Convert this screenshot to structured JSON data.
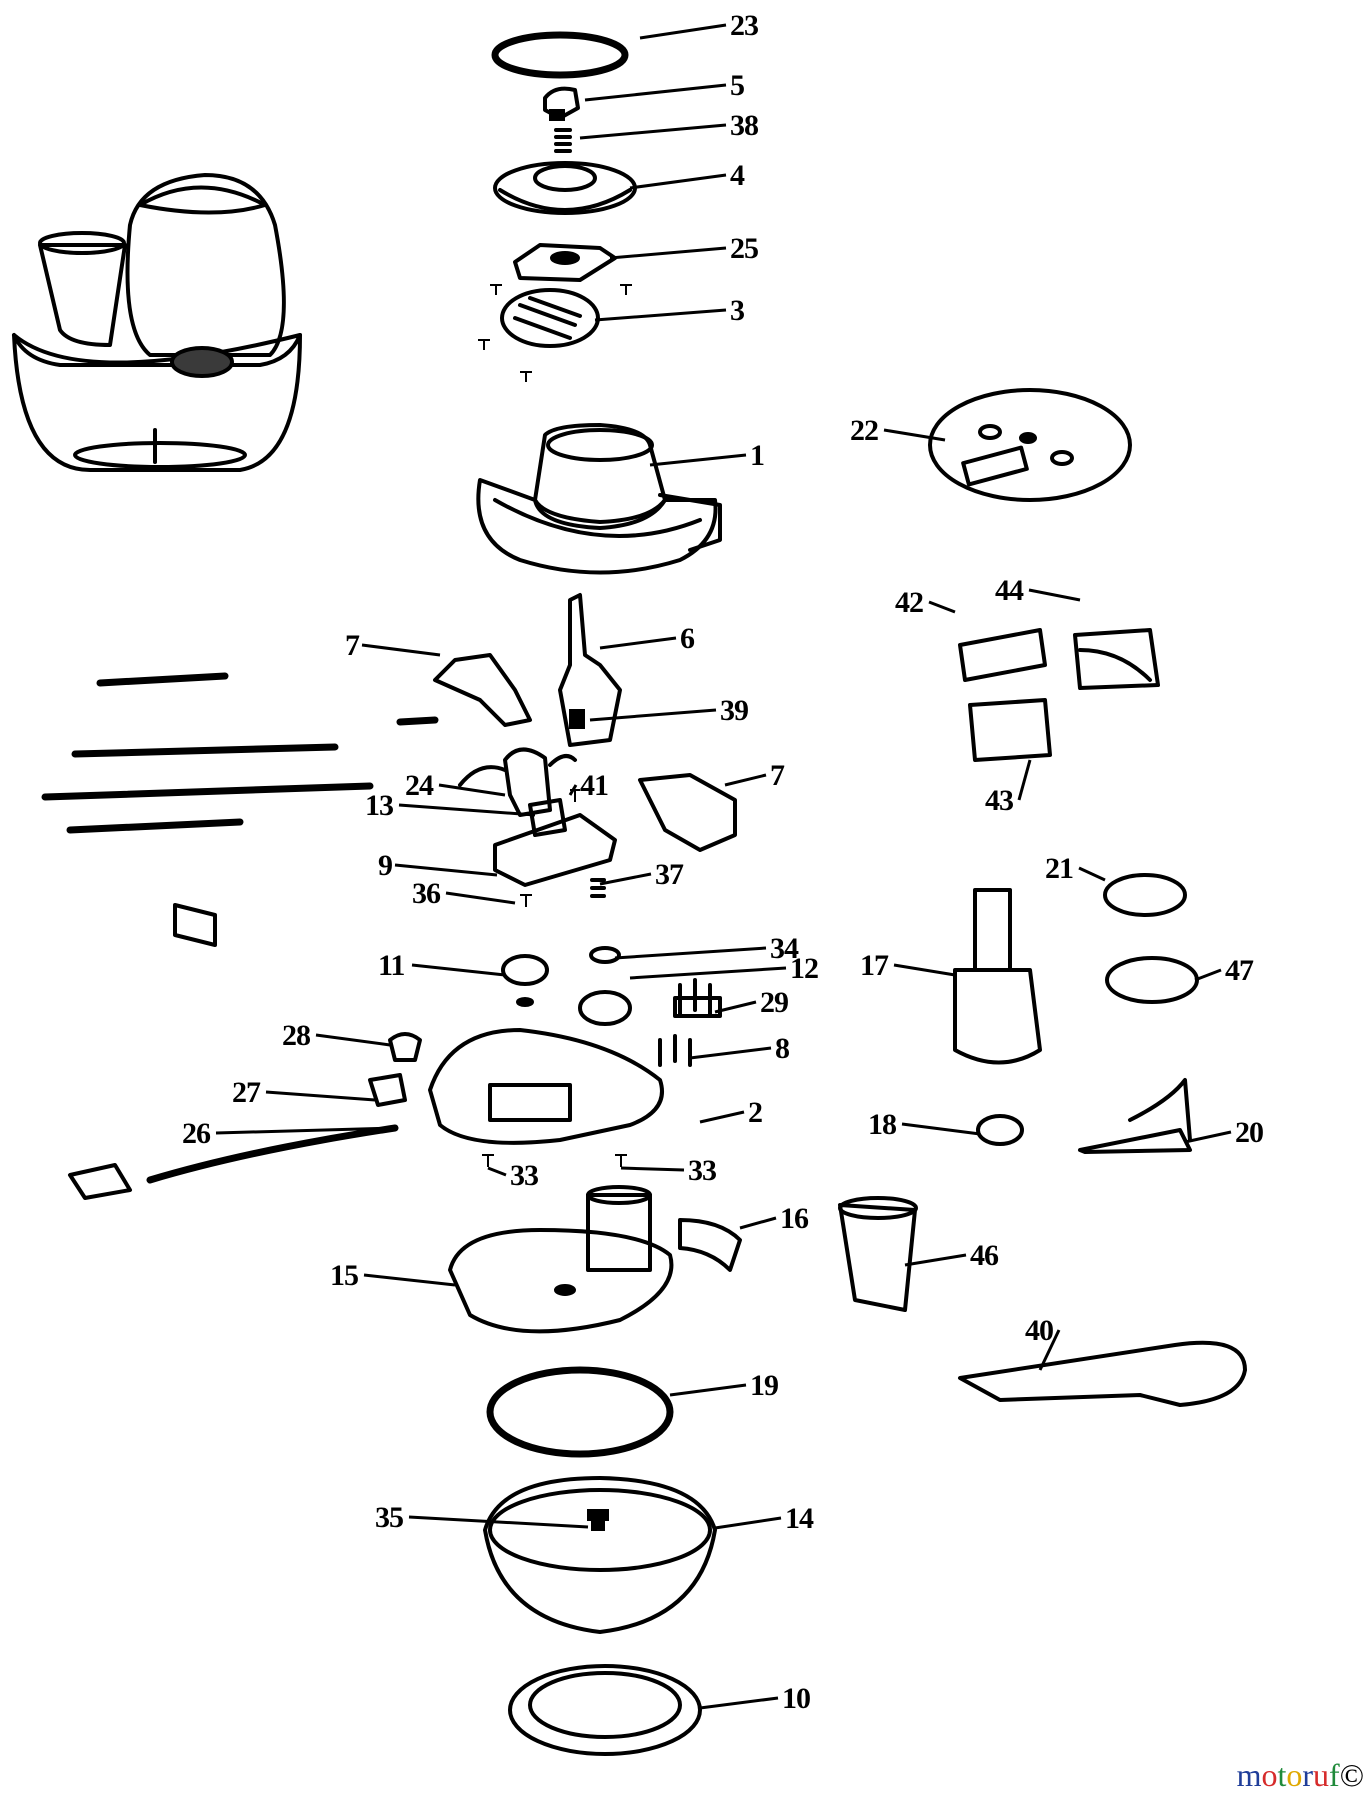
{
  "parts": [
    {
      "id": "23"
    },
    {
      "id": "5"
    },
    {
      "id": "38"
    },
    {
      "id": "4"
    },
    {
      "id": "25"
    },
    {
      "id": "3"
    },
    {
      "id": "22"
    },
    {
      "id": "1"
    },
    {
      "id": "44"
    },
    {
      "id": "42"
    },
    {
      "id": "6"
    },
    {
      "id": "7a",
      "label": "7"
    },
    {
      "id": "39"
    },
    {
      "id": "7b",
      "label": "7"
    },
    {
      "id": "24"
    },
    {
      "id": "41"
    },
    {
      "id": "13"
    },
    {
      "id": "43"
    },
    {
      "id": "9"
    },
    {
      "id": "37"
    },
    {
      "id": "21"
    },
    {
      "id": "36"
    },
    {
      "id": "34"
    },
    {
      "id": "11"
    },
    {
      "id": "12"
    },
    {
      "id": "17"
    },
    {
      "id": "47"
    },
    {
      "id": "29"
    },
    {
      "id": "28"
    },
    {
      "id": "8"
    },
    {
      "id": "27"
    },
    {
      "id": "2"
    },
    {
      "id": "18"
    },
    {
      "id": "20"
    },
    {
      "id": "26"
    },
    {
      "id": "33a",
      "label": "33"
    },
    {
      "id": "33b",
      "label": "33"
    },
    {
      "id": "16"
    },
    {
      "id": "46"
    },
    {
      "id": "15"
    },
    {
      "id": "40"
    },
    {
      "id": "19"
    },
    {
      "id": "35"
    },
    {
      "id": "14"
    },
    {
      "id": "10"
    }
  ],
  "watermark": {
    "letters": [
      "m",
      "o",
      "t",
      "o",
      "r",
      "u",
      "f"
    ],
    "colors": [
      "#1f3d99",
      "#d62b2b",
      "#1f8a3a",
      "#e0a800",
      "#1f3d99",
      "#d62b2b",
      "#1f8a3a"
    ],
    "symbol": "©"
  }
}
